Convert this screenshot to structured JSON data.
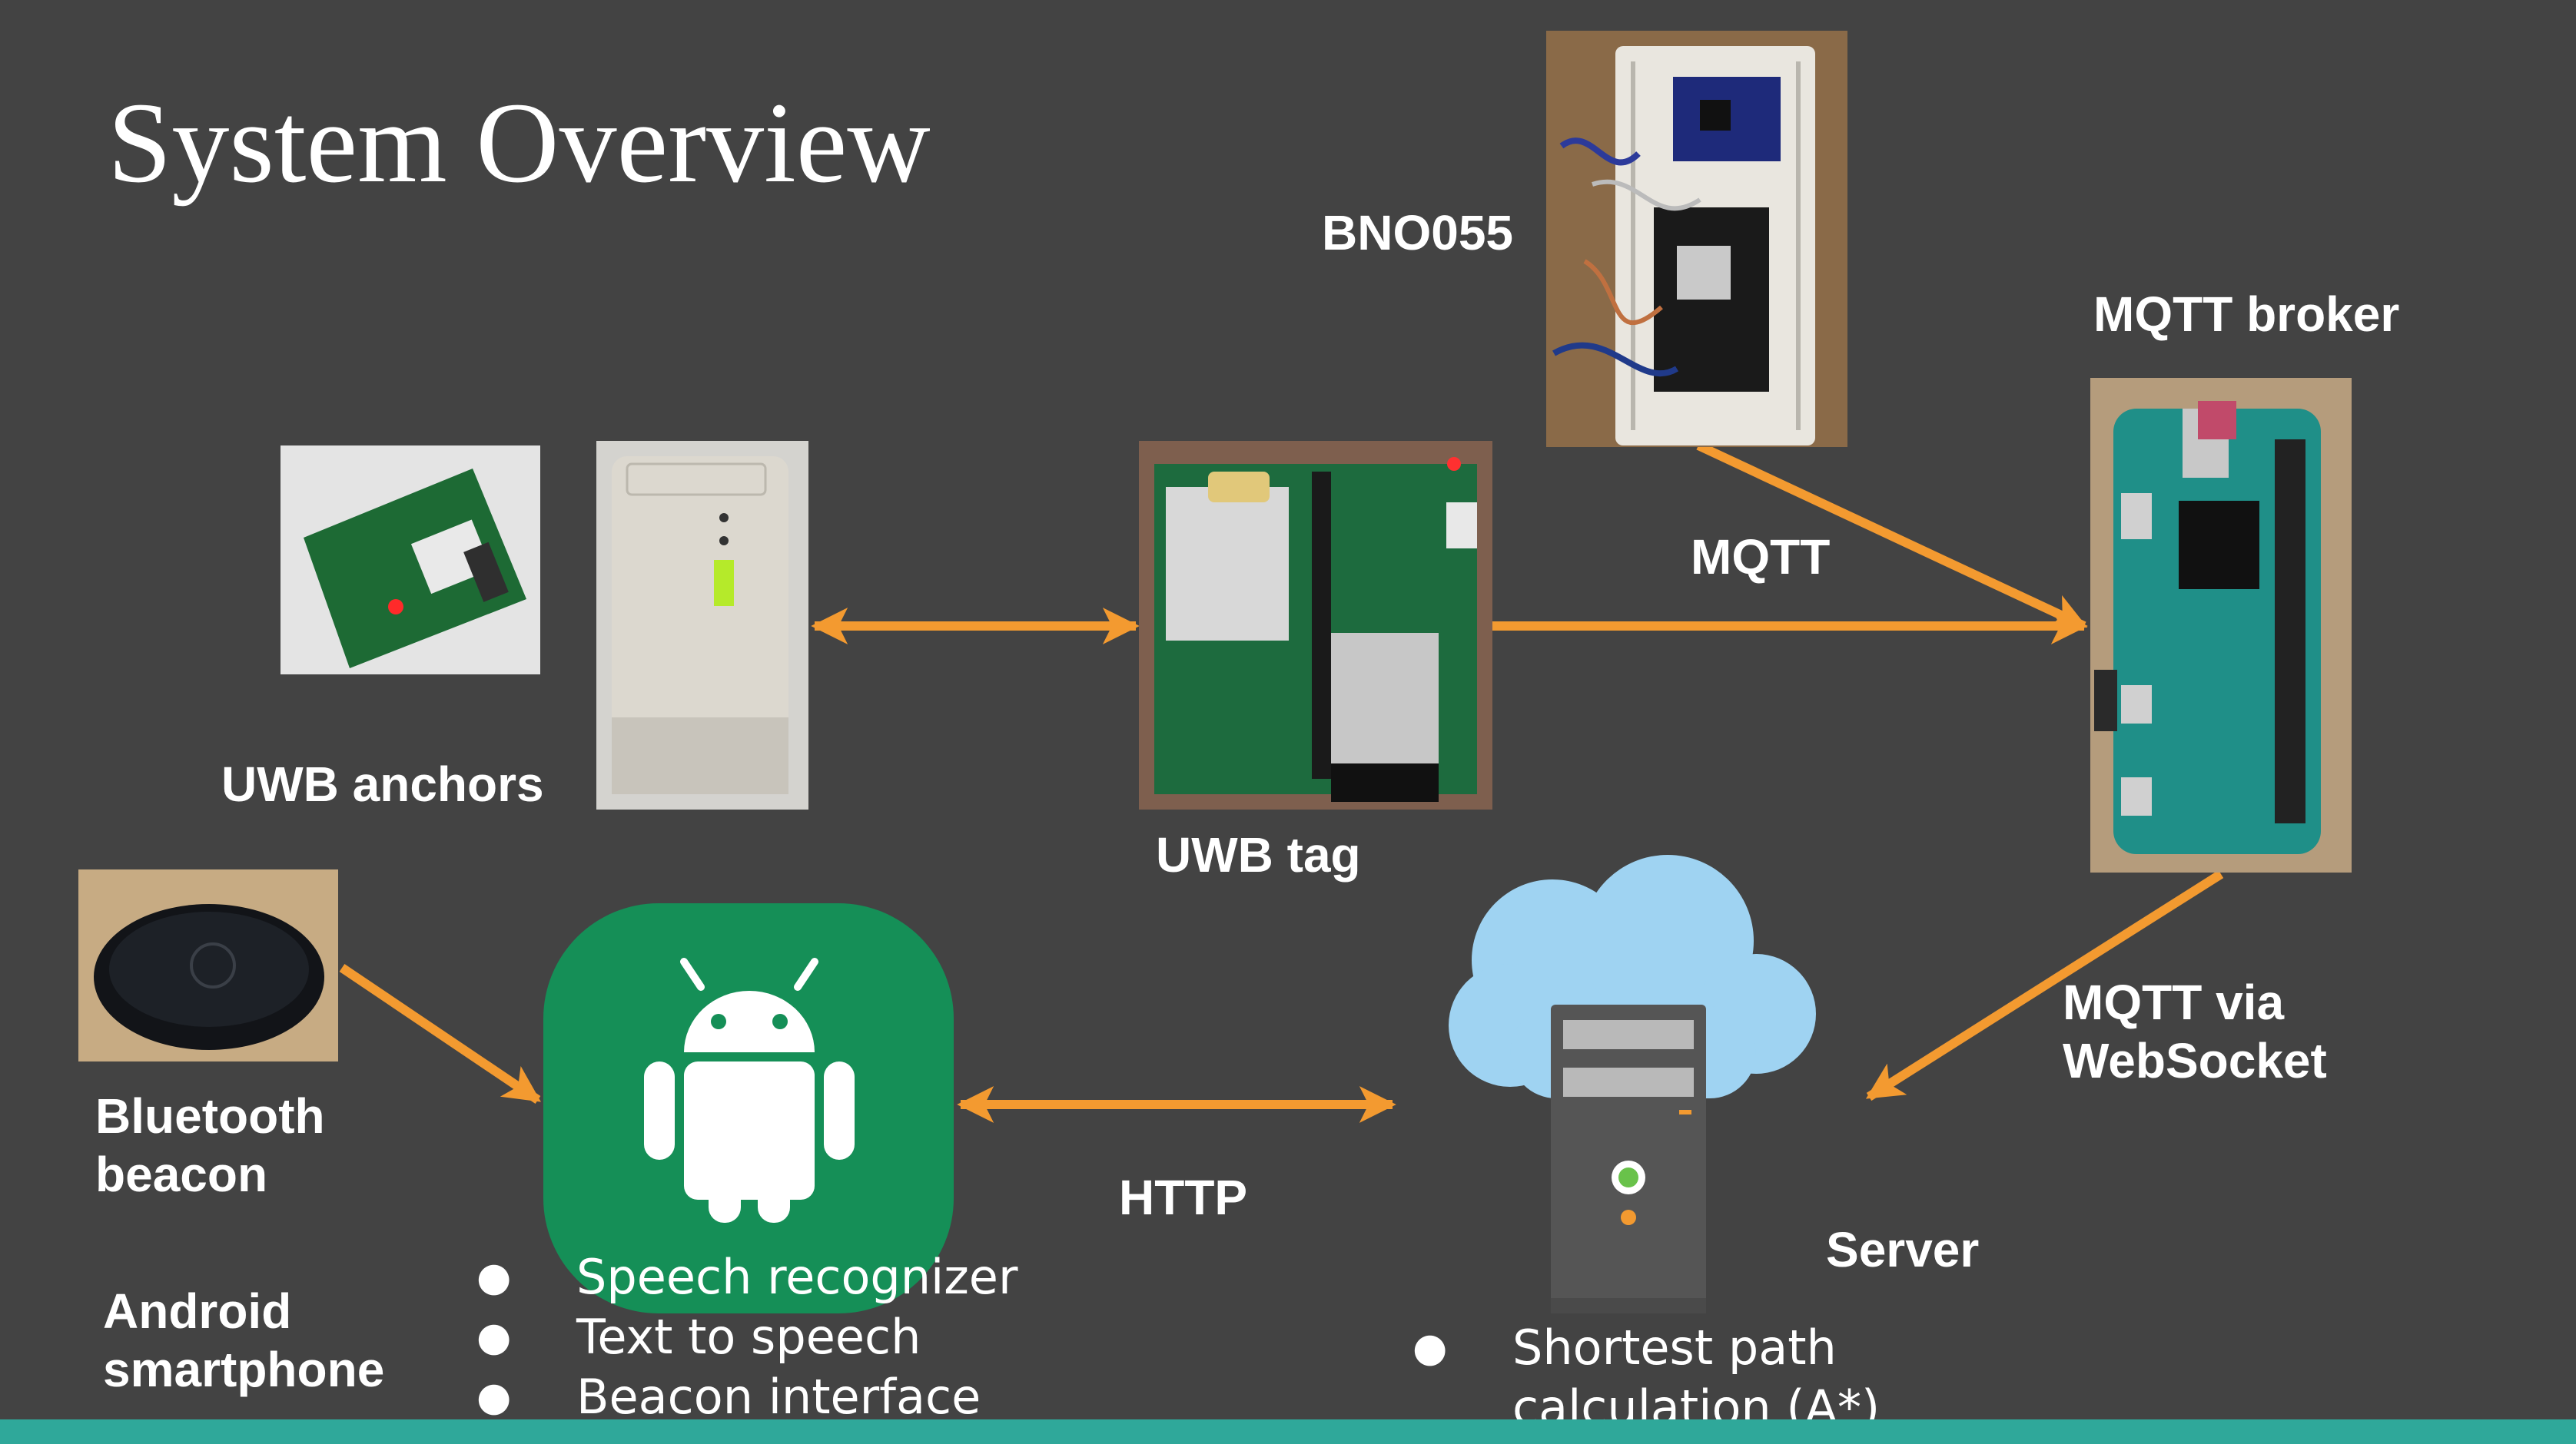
{
  "title": "System Overview",
  "labels": {
    "bno055": "BNO055",
    "mqtt_broker": "MQTT broker",
    "uwb_anchors": "UWB anchors",
    "uwb_tag": "UWB tag",
    "mqtt": "MQTT",
    "mqtt_websocket_line1": "MQTT via",
    "mqtt_websocket_line2": "WebSocket",
    "bluetooth_line1": "Bluetooth",
    "bluetooth_line2": "beacon",
    "http": "HTTP",
    "server": "Server",
    "android_line1": "Android",
    "android_line2": "smartphone"
  },
  "android_features": [
    "Speech recognizer",
    "Text to speech",
    "Beacon interface"
  ],
  "server_features": [
    "Shortest path calculation (A*)"
  ],
  "server_feature_lines": [
    "Shortest path",
    "calculation (A*)"
  ],
  "colors": {
    "background": "#434343",
    "arrow": "#f39a30",
    "android_green": "#158f57",
    "cloud_blue": "#9fd3f2",
    "bottom_bar": "#2fa89a"
  }
}
